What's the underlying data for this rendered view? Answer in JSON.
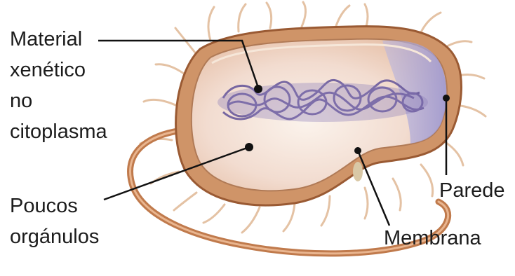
{
  "diagram": {
    "labels": {
      "genetic_material": [
        "Material",
        "xenético",
        "no",
        "citoplasma"
      ],
      "organelles": [
        "Poucos",
        "orgánulos"
      ],
      "membrane": "Membrana",
      "wall": "Parede"
    },
    "colors": {
      "wall": "#c98a5a",
      "wall_dark": "#9a5a33",
      "cytoplasm": "#f3ddd0",
      "cytoplasm_light": "#f8efe8",
      "dna": "#6a5a9c",
      "pole": "#a9a6d6",
      "flagellum": "#c07a4c",
      "pili": "#e4c2a4",
      "leader": "#111111"
    }
  }
}
